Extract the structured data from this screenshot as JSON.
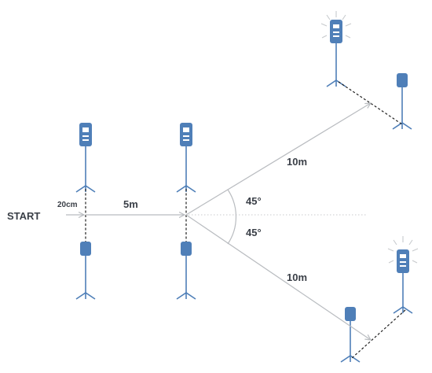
{
  "labels": {
    "start": "START",
    "gap": "20cm",
    "first_distance": "5m",
    "upper_distance": "10m",
    "lower_distance": "10m",
    "upper_angle": "45°",
    "lower_angle": "45°"
  },
  "colors": {
    "pole": "#4f7fb8",
    "arrow": "#b9bcc0",
    "text": "#3a3f47",
    "dashed": "#222222"
  },
  "icons": {
    "light_on": "light-unit-with-window-icon",
    "light_off": "sensor-head-icon",
    "flash": "flash-rays-icon",
    "tripod": "tripod-foot-icon"
  }
}
